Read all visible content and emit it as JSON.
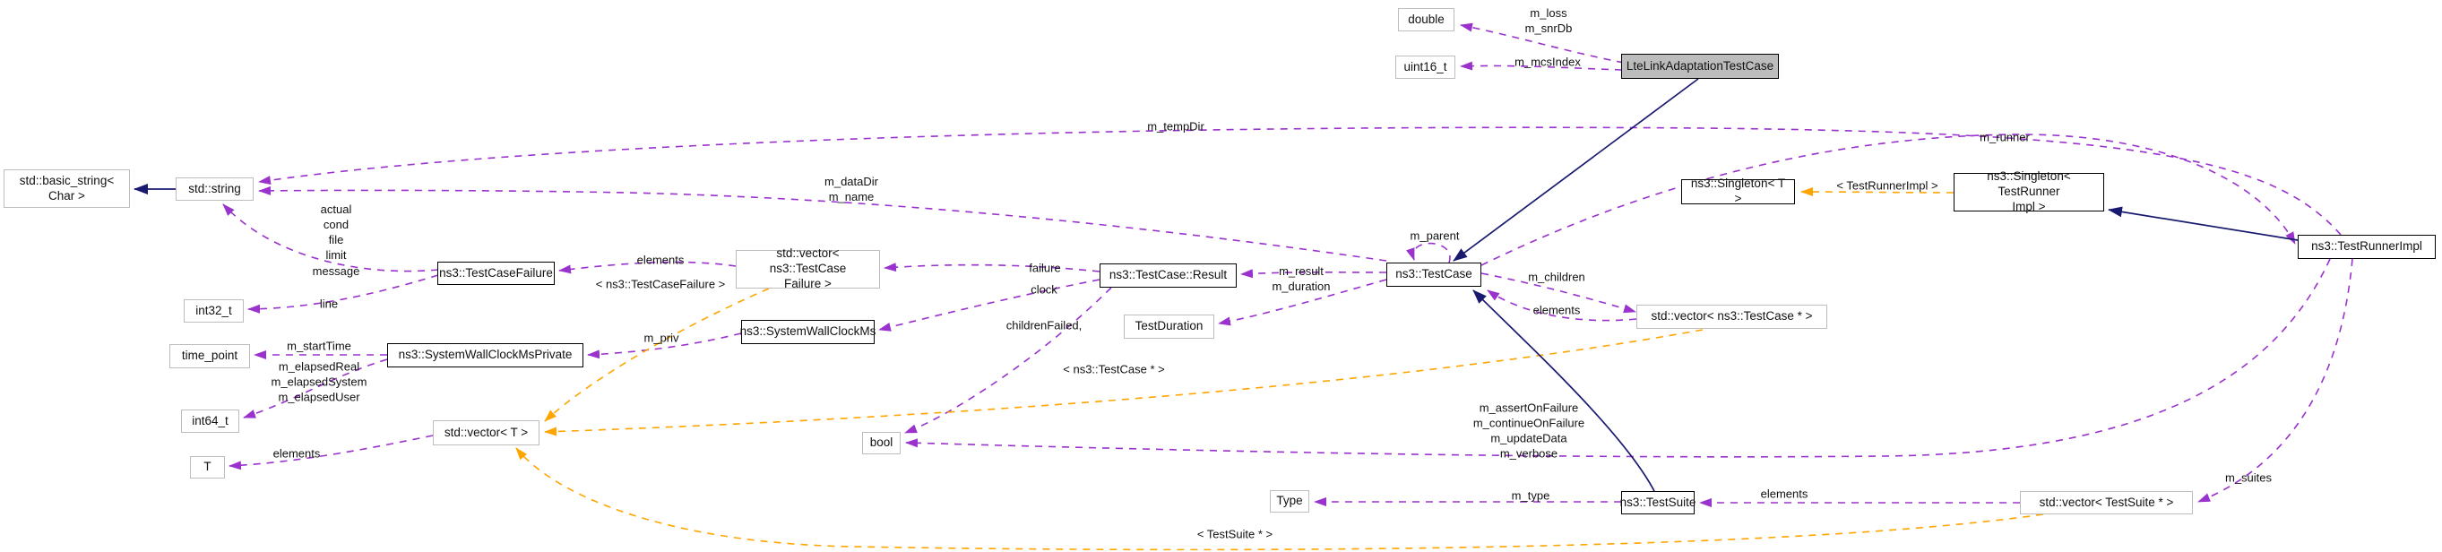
{
  "diagram": {
    "title": "LteLinkAdaptationTestCase collaboration diagram",
    "colors": {
      "association_edge": "#9a32cd",
      "template_edge": "#ffa500",
      "inheritance_edge": "#191970",
      "main_node_fill": "#bcbcbc",
      "documented_border": "#000000",
      "external_border": "#bdbdbd"
    },
    "nodes": {
      "double": "double",
      "uint16": "uint16_t",
      "lte_link_adaptation_test_case": "LteLinkAdaptationTestCase",
      "basic_string": "std::basic_string<\nChar >",
      "std_string": "std::string",
      "int32": "int32_t",
      "time_point": "time_point",
      "system_wall_clock_ms_private": "ns3::SystemWallClockMsPrivate",
      "int64": "int64_t",
      "vector_t": "std::vector< T >",
      "t": "T",
      "test_case_failure": "ns3::TestCaseFailure",
      "vector_test_case_failure": "std::vector< ns3::TestCase\nFailure >",
      "system_wall_clock_ms": "ns3::SystemWallClockMs",
      "test_case_result": "ns3::TestCase::Result",
      "test_duration": "TestDuration",
      "test_case": "ns3::TestCase",
      "vector_test_case_ptr": "std::vector< ns3::TestCase * >",
      "singleton_t": "ns3::Singleton< T >",
      "singleton_test_runner_impl": "ns3::Singleton< TestRunner\nImpl >",
      "test_runner_impl": "ns3::TestRunnerImpl",
      "bool": "bool",
      "type": "Type",
      "test_suite": "ns3::TestSuite",
      "vector_test_suite_ptr": "std::vector< TestSuite * >"
    },
    "edge_labels": {
      "m_loss_snrdb": "m_loss\nm_snrDb",
      "m_mcs_index": "m_mcsIndex",
      "m_temp_dir": "m_tempDir",
      "m_data_dir_name": "m_dataDir\nm_name",
      "failure_fields": "actual\ncond\nfile\nlimit\nmessage",
      "line": "line",
      "m_start_time": "m_startTime",
      "elapsed_fields": "m_elapsedReal\nm_elapsedSystem\nm_elapsedUser",
      "elements_t": "elements",
      "elements_failure": "elements",
      "tmpl_test_case_failure": "< ns3::TestCaseFailure >",
      "failure": "failure",
      "clock": "clock",
      "children_failed": "childrenFailed,",
      "m_priv": "m_priv",
      "m_result_duration": "m_result\nm_duration",
      "m_parent": "m_parent",
      "m_children": "m_children",
      "elements_children": "elements",
      "m_runner": "m_runner",
      "tmpl_test_runner_impl": "< TestRunnerImpl >",
      "tmpl_test_case_ptr": "< ns3::TestCase * >",
      "tmpl_test_suite_ptr": "< TestSuite * >",
      "runner_bool_fields": "m_assertOnFailure\nm_continueOnFailure\nm_updateData\nm_verbose",
      "m_type": "m_type",
      "elements_suites": "elements",
      "m_suites": "m_suites"
    }
  }
}
